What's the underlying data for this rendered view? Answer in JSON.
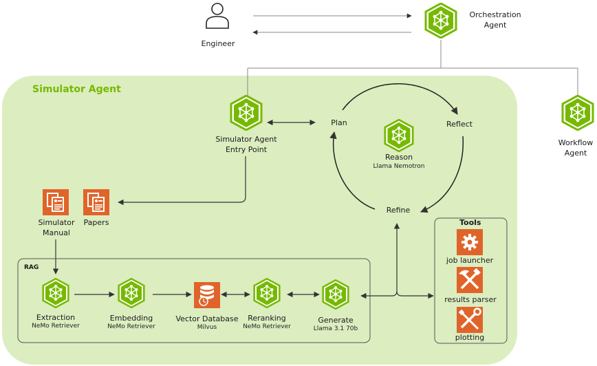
{
  "colors": {
    "agent_green": "#76b900",
    "panel_green": "#dcedc0",
    "tool_orange": "#e0642a",
    "line": "#333333"
  },
  "engineer": {
    "label": "Engineer",
    "icon": "person-icon"
  },
  "orchestration": {
    "line1": "Orchestration",
    "line2": "Agent",
    "icon": "agent-node-icon"
  },
  "workflow": {
    "line1": "Workflow",
    "line2": "Agent",
    "icon": "agent-node-icon"
  },
  "simulator": {
    "title": "Simulator Agent",
    "entry": {
      "line1": "Simulator Agent",
      "line2": "Entry Point"
    },
    "loop": {
      "plan": "Plan",
      "reflect": "Reflect",
      "refine": "Refine",
      "reason": "Reason",
      "reason_model": "Llama Nemotron"
    },
    "docs": {
      "manual_line1": "Simulator",
      "manual_line2": "Manual",
      "papers": "Papers"
    },
    "rag": {
      "label": "RAG",
      "extraction": {
        "name": "Extraction",
        "model": "NeMo Retriever"
      },
      "embedding": {
        "name": "Embedding",
        "model": "NeMo Retriever"
      },
      "vectordb": {
        "name": "Vector Database",
        "model": "Milvus"
      },
      "reranking": {
        "name": "Reranking",
        "model": "NeMo Retriever"
      },
      "generate": {
        "name": "Generate",
        "model": "Llama 3.1 70b"
      }
    },
    "tools": {
      "title": "Tools",
      "items": [
        {
          "label": "job launcher",
          "icon": "gear-icon"
        },
        {
          "label": "results parser",
          "icon": "hammer-pick-icon"
        },
        {
          "label": "plotting",
          "icon": "wrench-screwdriver-icon"
        }
      ]
    }
  }
}
